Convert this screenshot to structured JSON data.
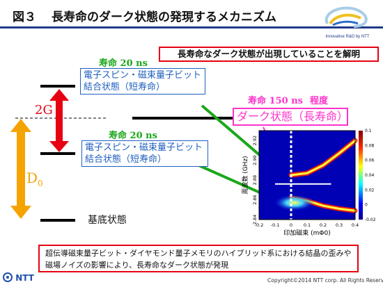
{
  "slide": {
    "title_num": "図３",
    "title_text": "長寿命のダーク状態の発現するメカニズム",
    "callout": "長寿命なダーク状態が出現していることを解明",
    "upper_lifetime": "寿命 20 ns",
    "upper_box_line1": "電子スピン・磁束量子ビット",
    "upper_box_line2": "結合状態（短寿命）",
    "lower_lifetime": "寿命 20 ns",
    "lower_box_line1": "電子スピン・磁束量子ビット",
    "lower_box_line2": "結合状態（短寿命）",
    "dark_lifetime": "寿命 150 ns",
    "dark_degree": "程度",
    "dark_state": "ダーク状態（長寿命）",
    "label_2g": "2G",
    "label_d0_main": "D",
    "label_d0_sub": "0",
    "ground_state": "基底状態",
    "bottom_line1": "超伝導磁束量子ビット・ダイヤモンド量子メモリのハイブリッド系における結晶の歪みや",
    "bottom_line2": "磁場ノイズの影響により、長寿命なダーク状態が発現",
    "company": "NTT",
    "copyright": "Copyright©2014 NTT corp. All Rights Reserved.",
    "logo_text": "Innovative R&D by NTT"
  },
  "colors": {
    "title_rule": "#1f3a8a",
    "red": "#e60012",
    "orange": "#f5a300",
    "green": "#1aa81a",
    "blue": "#1f5fbf",
    "pink": "#ff33cc"
  },
  "chart_data": {
    "type": "heatmap",
    "xlabel": "印加磁束 (mΦ0)",
    "ylabel": "周波数 (GHz)",
    "x_ticks": [
      "-0.2",
      "-0.1",
      "0",
      "0.1",
      "0.2",
      "0.3",
      "0.4"
    ],
    "y_ticks": [
      "2.84",
      "2.86",
      "2.88",
      "2.90",
      "2.92"
    ],
    "colorbar_ticks": [
      "-0.02",
      "0",
      "0.02",
      "0.04",
      "0.06",
      "0.08",
      "0.1"
    ],
    "xlim": [
      -0.2,
      0.4
    ],
    "ylim": [
      2.84,
      2.93
    ],
    "clim": [
      -0.02,
      0.1
    ],
    "branches": [
      {
        "name": "",
        "points": [
          [
            0.0,
            2.885
          ],
          [
            0.1,
            2.887
          ],
          [
            0.2,
            2.895
          ],
          [
            0.3,
            2.907
          ],
          [
            0.4,
            2.92
          ]
        ]
      },
      {
        "name": "",
        "points": [
          [
            0.0,
            2.862
          ],
          [
            0.1,
            2.859
          ],
          [
            0.2,
            2.854
          ],
          [
            0.3,
            2.851
          ],
          [
            0.4,
            2.849
          ]
        ]
      }
    ],
    "dark_state_line": 2.876,
    "marker_x": 0.0
  }
}
